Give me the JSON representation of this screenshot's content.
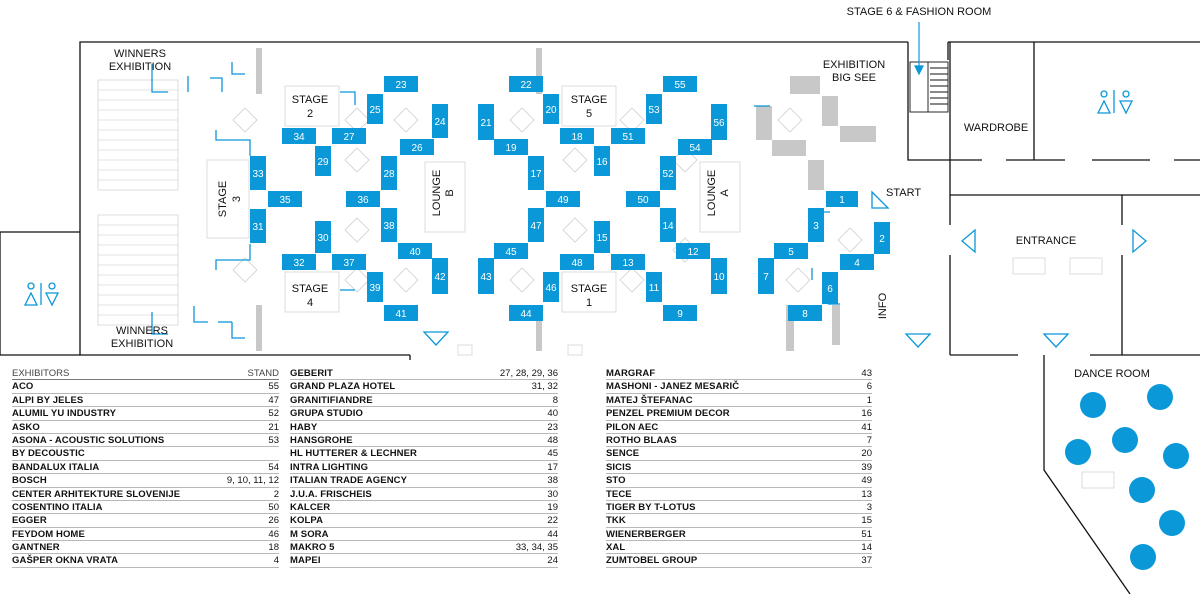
{
  "labels": {
    "winners_exhibition_top": [
      "WINNERS",
      "EXHIBITION"
    ],
    "winners_exhibition_bottom": [
      "WINNERS",
      "EXHIBITION"
    ],
    "stage2": [
      "STAGE",
      "2"
    ],
    "stage5": [
      "STAGE",
      "5"
    ],
    "stage3": [
      "STAGE",
      "3"
    ],
    "stage4": [
      "STAGE",
      "4"
    ],
    "stage1": [
      "STAGE",
      "1"
    ],
    "lounge_b": [
      "LOUNGE",
      "B"
    ],
    "lounge_a": [
      "LOUNGE",
      "A"
    ],
    "exhibition_big_see": [
      "EXHIBITION",
      "BIG SEE"
    ],
    "stage6": "STAGE 6 & FASHION ROOM",
    "wardrobe": "WARDROBE",
    "start": "START",
    "entrance": "ENTRANCE",
    "info": "INFO",
    "dance_room": "DANCE ROOM"
  },
  "stands": [
    {
      "num": "23"
    },
    {
      "num": "25"
    },
    {
      "num": "24"
    },
    {
      "num": "34"
    },
    {
      "num": "27"
    },
    {
      "num": "26"
    },
    {
      "num": "29"
    },
    {
      "num": "28"
    },
    {
      "num": "33"
    },
    {
      "num": "35"
    },
    {
      "num": "36"
    },
    {
      "num": "31"
    },
    {
      "num": "30"
    },
    {
      "num": "38"
    },
    {
      "num": "40"
    },
    {
      "num": "32"
    },
    {
      "num": "37"
    },
    {
      "num": "42"
    },
    {
      "num": "39"
    },
    {
      "num": "41"
    },
    {
      "num": "22"
    },
    {
      "num": "20"
    },
    {
      "num": "21"
    },
    {
      "num": "55"
    },
    {
      "num": "53"
    },
    {
      "num": "56"
    },
    {
      "num": "19"
    },
    {
      "num": "18"
    },
    {
      "num": "51"
    },
    {
      "num": "54"
    },
    {
      "num": "17"
    },
    {
      "num": "16"
    },
    {
      "num": "52"
    },
    {
      "num": "49"
    },
    {
      "num": "50"
    },
    {
      "num": "47"
    },
    {
      "num": "15"
    },
    {
      "num": "14"
    },
    {
      "num": "45"
    },
    {
      "num": "12"
    },
    {
      "num": "43"
    },
    {
      "num": "48"
    },
    {
      "num": "13"
    },
    {
      "num": "10"
    },
    {
      "num": "46"
    },
    {
      "num": "11"
    },
    {
      "num": "44"
    },
    {
      "num": "9"
    },
    {
      "num": "1"
    },
    {
      "num": "3"
    },
    {
      "num": "2"
    },
    {
      "num": "5"
    },
    {
      "num": "4"
    },
    {
      "num": "7"
    },
    {
      "num": "6"
    },
    {
      "num": "8"
    }
  ],
  "colors": {
    "stand": "#0a98d8",
    "wall": "#111111",
    "partition": "#c8c8c8",
    "accent": "#1aa0e0"
  },
  "icons": {
    "restroom_left": "restroom-icon",
    "restroom_right": "restroom-icon",
    "arrow": "triangle-arrow-icon"
  },
  "exhibitors": {
    "header": {
      "name": "EXHIBITORS",
      "stand": "STAND"
    },
    "col1": [
      {
        "name": "ACO",
        "stand": "55"
      },
      {
        "name": "ALPI BY JELES",
        "stand": "47"
      },
      {
        "name": "ALUMIL YU INDUSTRY",
        "stand": "52"
      },
      {
        "name": "ASKO",
        "stand": "21"
      },
      {
        "name": "ASONA - ACOUSTIC SOLUTIONS",
        "stand": "53"
      },
      {
        "name": "BY DECOUSTIC",
        "stand": ""
      },
      {
        "name": "BANDALUX ITALIA",
        "stand": "54"
      },
      {
        "name": "BOSCH",
        "stand": "9, 10, 11, 12"
      },
      {
        "name": "CENTER ARHITEKTURE SLOVENIJE",
        "stand": "2"
      },
      {
        "name": "COSENTINO ITALIA",
        "stand": "50"
      },
      {
        "name": "EGGER",
        "stand": "26"
      },
      {
        "name": "FEYDOM HOME",
        "stand": "46"
      },
      {
        "name": "GANTNER",
        "stand": "18"
      },
      {
        "name": "GAŠPER OKNA VRATA",
        "stand": "4"
      }
    ],
    "col2": [
      {
        "name": "GEBERIT",
        "stand": "27, 28, 29, 36"
      },
      {
        "name": "GRAND PLAZA HOTEL",
        "stand": "31, 32"
      },
      {
        "name": "GRANITIFIANDRE",
        "stand": "8"
      },
      {
        "name": "GRUPA STUDIO",
        "stand": "40"
      },
      {
        "name": "HABY",
        "stand": "23"
      },
      {
        "name": "HANSGROHE",
        "stand": "48"
      },
      {
        "name": "HL HUTTERER & LECHNER",
        "stand": "45"
      },
      {
        "name": "INTRA LIGHTING",
        "stand": "17"
      },
      {
        "name": "ITALIAN TRADE AGENCY",
        "stand": "38"
      },
      {
        "name": "J.U.A. FRISCHEIS",
        "stand": "30"
      },
      {
        "name": "KALCER",
        "stand": "19"
      },
      {
        "name": "KOLPA",
        "stand": "22"
      },
      {
        "name": "M SORA",
        "stand": "44"
      },
      {
        "name": "MAKRO 5",
        "stand": "33, 34, 35"
      },
      {
        "name": "MAPEI",
        "stand": "24"
      }
    ],
    "col3": [
      {
        "name": "MARGRAF",
        "stand": "43"
      },
      {
        "name": "MASHONI - JANEZ MESARIČ",
        "stand": "6"
      },
      {
        "name": "MATEJ ŠTEFANAC",
        "stand": "1"
      },
      {
        "name": "PENZEL PREMIUM DECOR",
        "stand": "16"
      },
      {
        "name": "PILON AEC",
        "stand": "41"
      },
      {
        "name": "ROTHO BLAAS",
        "stand": "7"
      },
      {
        "name": "SENCE",
        "stand": "20"
      },
      {
        "name": "SICIS",
        "stand": "39"
      },
      {
        "name": "STO",
        "stand": "49"
      },
      {
        "name": "TECE",
        "stand": "13"
      },
      {
        "name": "TIGER BY T-LOTUS",
        "stand": "3"
      },
      {
        "name": "TKK",
        "stand": "15"
      },
      {
        "name": "WIENERBERGER",
        "stand": "51"
      },
      {
        "name": "XAL",
        "stand": "14"
      },
      {
        "name": "ZUMTOBEL GROUP",
        "stand": "37"
      }
    ]
  }
}
